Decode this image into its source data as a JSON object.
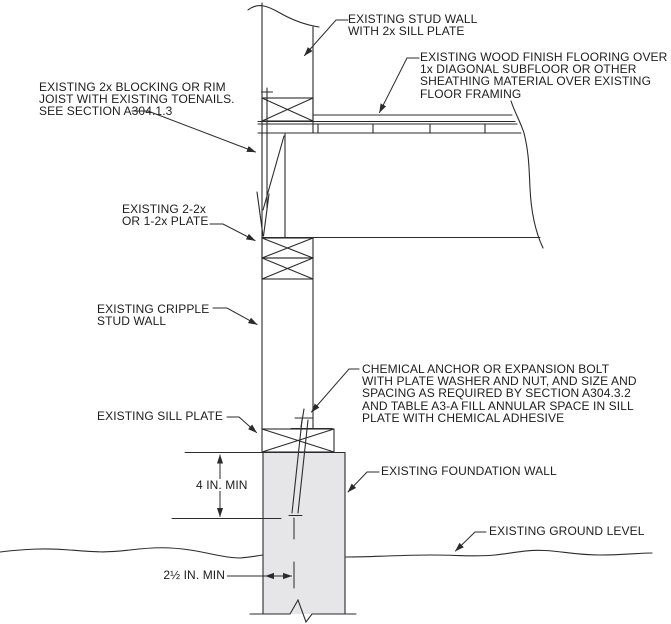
{
  "diagram": {
    "type": "construction-detail-section",
    "labels": {
      "stud_wall": "EXISTING STUD WALL\nWITH 2x SILL PLATE",
      "finish_flooring": "EXISTING WOOD FINISH FLOORING OVER\n1x DIAGONAL SUBFLOOR OR OTHER\nSHEATHING MATERIAL OVER EXISTING\nFLOOR FRAMING",
      "blocking": "EXISTING 2x BLOCKING OR RIM\nJOIST WITH EXISTING TOENAILS.\nSEE SECTION A304.1.3",
      "plate": "EXISTING 2-2x\nOR 1-2x PLATE",
      "cripple_wall": "EXISTING CRIPPLE\nSTUD WALL",
      "chemical_anchor": "CHEMICAL ANCHOR OR EXPANSION BOLT\nWITH PLATE WASHER AND NUT, AND SIZE AND\nSPACING AS REQUIRED BY SECTION A304.3.2\nAND TABLE A3-A FILL ANNULAR SPACE IN SILL\nPLATE WITH CHEMICAL ADHESIVE",
      "sill_plate": "EXISTING SILL PLATE",
      "foundation_wall": "EXISTING FOUNDATION WALL",
      "ground_level": "EXISTING GROUND LEVEL",
      "dim_embedment": "4 IN. MIN",
      "dim_edge_distance": "2½ IN. MIN"
    },
    "colors": {
      "line": "#2b2b2b",
      "text": "#1d1d1d",
      "foundation_fill": "#e6e6e8",
      "background": "#ffffff"
    }
  }
}
